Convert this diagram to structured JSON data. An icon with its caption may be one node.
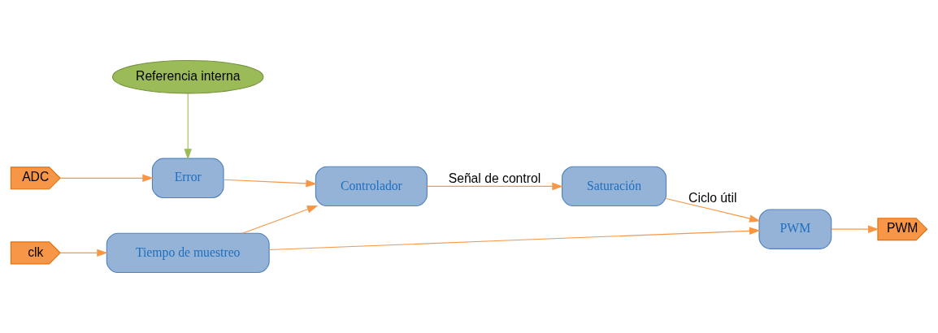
{
  "diagram": {
    "nodes": [
      {
        "text": [
          "ADC"
        ]
      },
      {
        "text": [
          "Error"
        ]
      },
      {
        "text": [
          "Referencia interna"
        ]
      },
      {
        "text": [
          "clk"
        ]
      },
      {
        "text": [
          "Tiempo de muestreo"
        ]
      },
      {
        "text": [
          "Controlador"
        ]
      },
      {
        "text": [
          "Saturación"
        ]
      },
      {
        "text": [
          "PWM"
        ]
      },
      {
        "text": [
          "PWM"
        ]
      }
    ],
    "edges": [
      {
        "from": 0,
        "to": 1,
        "arrow": "to"
      },
      {
        "from": 2,
        "to": 1,
        "arrow": "to",
        "color": "#9bbb59"
      },
      {
        "from": 1,
        "to": 5,
        "arrow": "to"
      },
      {
        "from": 3,
        "to": 4,
        "arrow": "to"
      },
      {
        "from": 4,
        "to": 5,
        "arrow": "to"
      },
      {
        "from": 5,
        "to": 6,
        "arrow": "to",
        "label": "Señal de control"
      },
      {
        "from": 6,
        "to": 7,
        "arrow": "to",
        "label": "Ciclo útil"
      },
      {
        "from": 4,
        "to": 7,
        "arrow": "to"
      },
      {
        "from": 7,
        "to": 8,
        "arrow": "to"
      }
    ]
  }
}
